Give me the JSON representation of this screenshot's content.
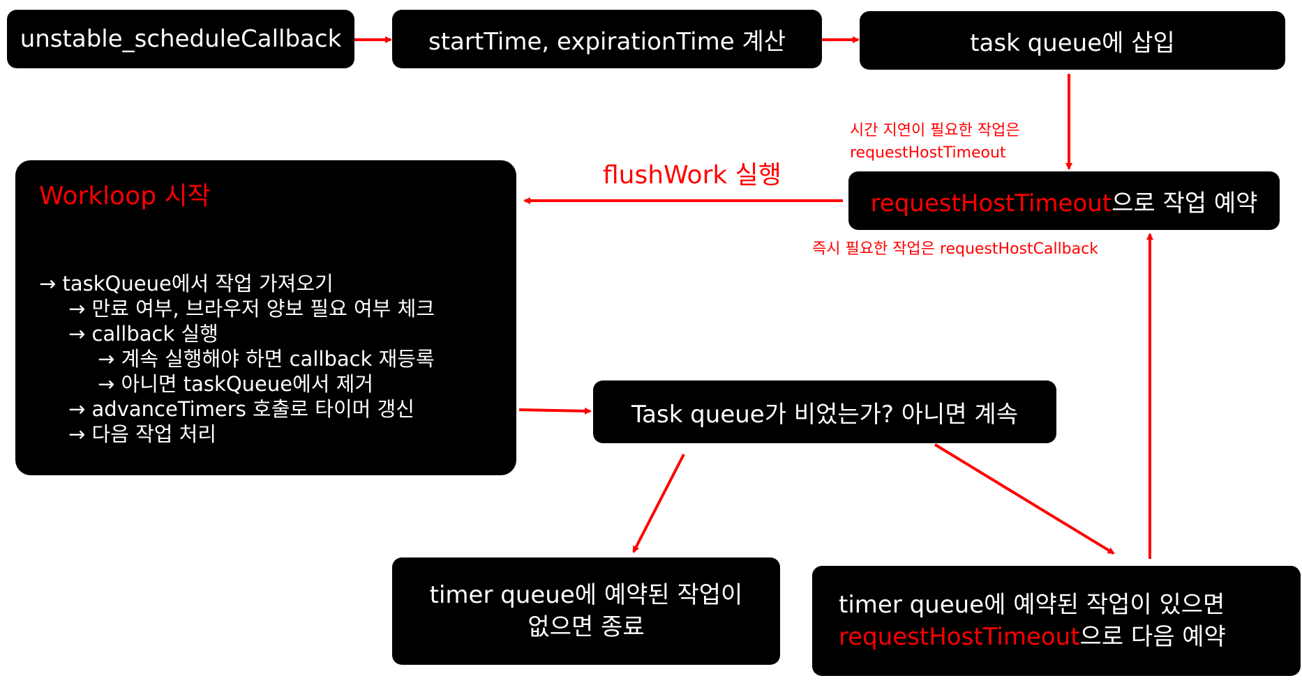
{
  "nodes": {
    "schedule": "unstable_scheduleCallback",
    "compute": "startTime, expirationTime 계산",
    "insert": "task queue에 삽입",
    "reserve": {
      "red": "requestHostTimeout",
      "rest": "으로 작업 예약"
    },
    "check": "Task queue가 비었는가? 아니면 계속",
    "end": {
      "line1": "timer queue에 예약된 작업이",
      "line2": "없으면 종료"
    },
    "next": {
      "line1": "timer queue에 예약된 작업이 있으면",
      "line2_red": "requestHostTimeout",
      "line2_rest": "으로 다음 예약"
    }
  },
  "workloop": {
    "title": "Workloop 시작",
    "lines": [
      "→ taskQueue에서 작업 가져오기",
      "→ 만료 여부, 브라우저 양보 필요 여부 체크",
      "→ callback 실행",
      "→ 계속 실행해야 하면 callback 재등록",
      "→ 아니면 taskQueue에서 제거",
      "→ advanceTimers 호출로 타이머 갱신",
      "→ 다음 작업 처리"
    ]
  },
  "labels": {
    "delay_line1": "시간 지연이 필요한 작업은",
    "delay_line2": "requestHostTimeout",
    "immediate": "즉시 필요한 작업은 requestHostCallback",
    "flushwork": "flushWork 실행"
  },
  "colors": {
    "box": "#000000",
    "text": "#ffffff",
    "accent": "#ff0000"
  }
}
